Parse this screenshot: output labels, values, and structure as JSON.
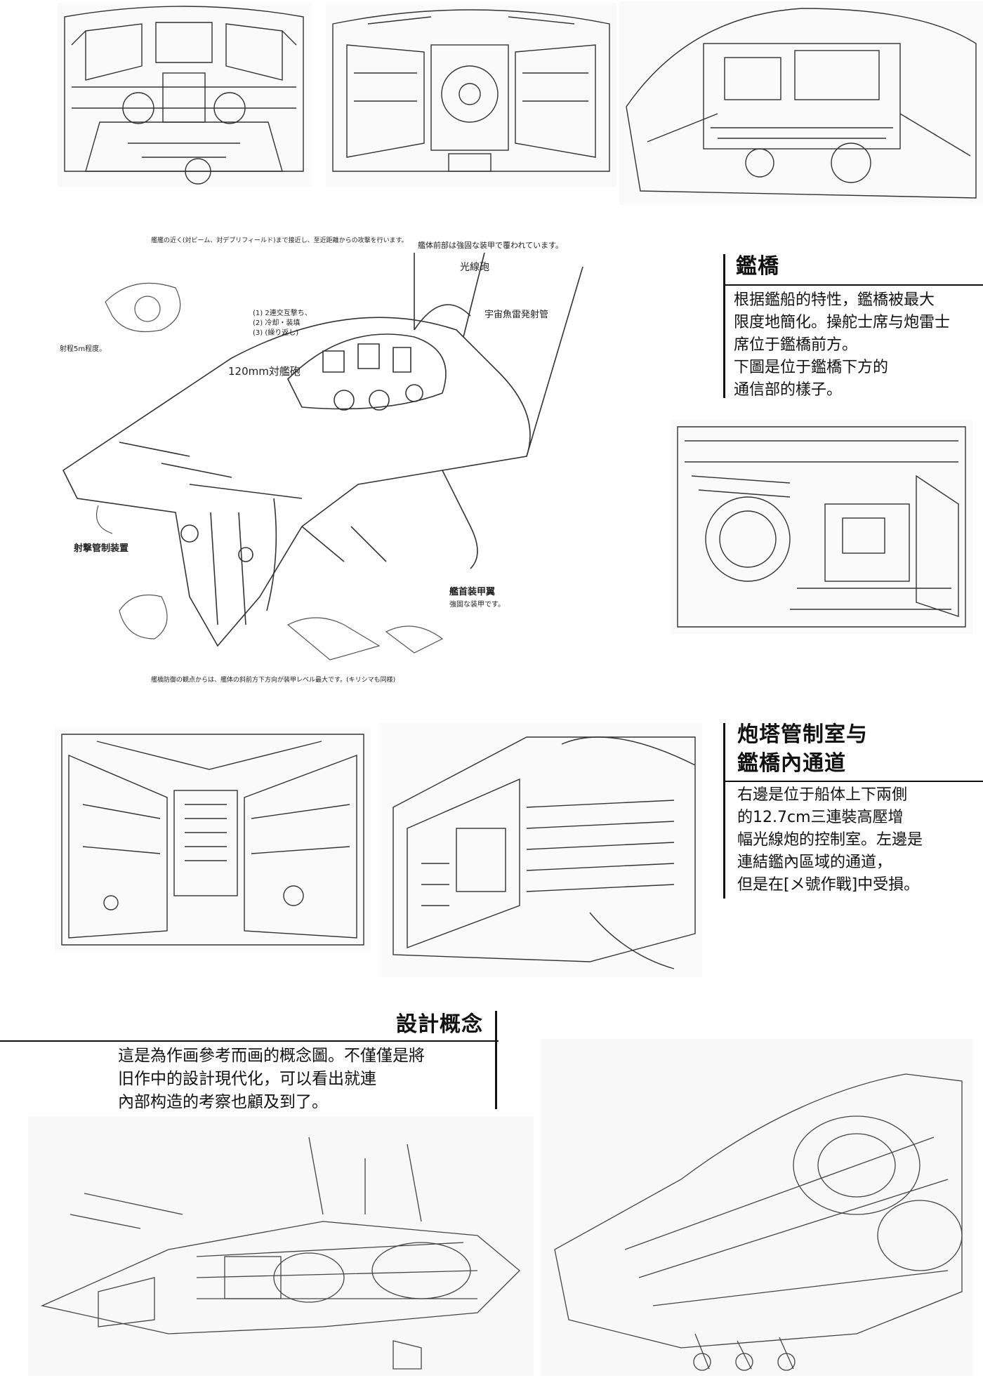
{
  "sections": {
    "bridge": {
      "heading": "鑑橋",
      "lines": [
        "根据鑑船的特性，鑑橋被最大",
        "限度地簡化。操舵士席与炮雷士",
        "席位于鑑橋前方。",
        "下圖是位于鑑橋下方的",
        "通信部的樣子。"
      ]
    },
    "turret": {
      "heading_line1": "炮塔管制室与",
      "heading_line2": "鑑橋內通道",
      "lines": [
        "右邊是位于船体上下兩側",
        "的12.7cm三連裝高壓增",
        "幅光線炮的控制室。左邊是",
        "連結鑑內區域的通道，",
        "但是在[メ號作戰]中受損。"
      ]
    },
    "concept": {
      "heading": "設計概念",
      "lines": [
        "這是為作画參考而画的概念圖。不僅僅是將",
        "旧作中的設計現代化，可以看出就連",
        "內部构造的考察也顧及到了。"
      ]
    }
  },
  "sketch_labels": {
    "light_gun": "光線砲",
    "torpedo": "宇宙魚雷発射管",
    "anti_ship": "120mm対艦砲",
    "fire_control": "射撃管制装置",
    "bow_armor": "艦首装甲翼",
    "bow_armor_note": "強固な装甲です。",
    "front_armor_note": "艦体前部は強固な装甲で覆われています。",
    "range_note": "射程5m程度。",
    "anti_beam_note": "艦艦の近く(対ビーム、対デブリフィールド)まで接近し、至近距離からの攻撃を行います。",
    "list_1": "(1) 2連交互撃ち、",
    "list_2": "(2) 冷却・装填",
    "list_3": "(3) (繰り返し)",
    "bottom_note": "艦橋防御の観点からは、艦体の斜前方下方向が装甲レベル最大です。(キリシマも同様)"
  }
}
